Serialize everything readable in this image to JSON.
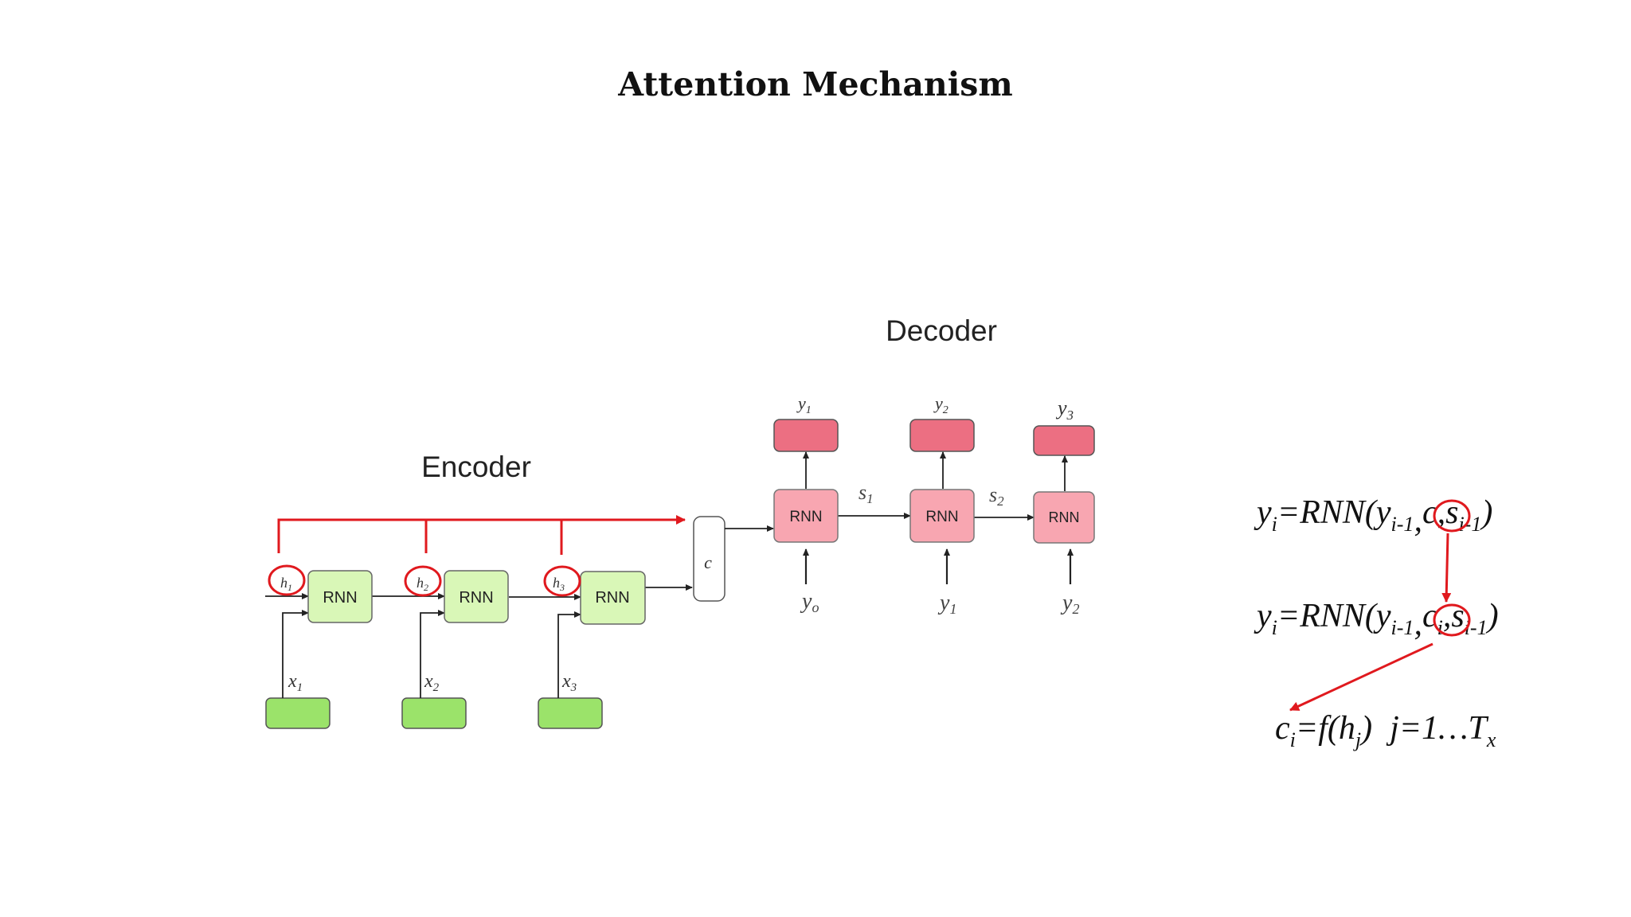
{
  "title": "Attention Mechanism",
  "encoder": {
    "heading": "Encoder",
    "cell_label": "RNN",
    "inputs": [
      {
        "main": "x",
        "sub": "1"
      },
      {
        "main": "x",
        "sub": "2"
      },
      {
        "main": "x",
        "sub": "3"
      }
    ],
    "hidden_states": [
      {
        "main": "h",
        "sub": "1"
      },
      {
        "main": "h",
        "sub": "2"
      },
      {
        "main": "h",
        "sub": "3"
      }
    ]
  },
  "context_label": "c",
  "decoder": {
    "heading": "Decoder",
    "cell_label": "RNN",
    "outputs": [
      {
        "main": "y",
        "sub": "1"
      },
      {
        "main": "y",
        "sub": "2"
      },
      {
        "main": "y",
        "sub": "3"
      }
    ],
    "inputs": [
      {
        "main": "y",
        "sub": "o"
      },
      {
        "main": "y",
        "sub": "1"
      },
      {
        "main": "y",
        "sub": "2"
      }
    ],
    "states": [
      {
        "main": "s",
        "sub": "1"
      },
      {
        "main": "s",
        "sub": "2"
      }
    ]
  },
  "equations": {
    "eq1": {
      "lhs": "y",
      "lhs_sub": "i",
      "rnn": "=RNN(y",
      "y_sub": "i-1",
      "comma1": ",",
      "c": "c",
      "c_sub": "",
      "comma2": ",",
      "s": "s",
      "s_sub": "i-1",
      "close": ")"
    },
    "eq2": {
      "lhs": "y",
      "lhs_sub": "i",
      "rnn": "=RNN(y",
      "y_sub": "i-1",
      "comma1": ",",
      "c": "c",
      "c_sub": "i",
      "comma2": ",",
      "s": "s",
      "s_sub": "i-1",
      "close": ")"
    },
    "eq3": {
      "c": "c",
      "c_sub": "i",
      "f": "=f(h",
      "h_sub": "j",
      "close": ")",
      "j": "j=1…T",
      "t_sub": "x"
    }
  },
  "colors": {
    "encoder_cell": "#d9f7b7",
    "encoder_input": "#9be36a",
    "decoder_cell": "#f8a6b1",
    "decoder_output": "#ec6f82",
    "highlight": "#e0191e"
  }
}
